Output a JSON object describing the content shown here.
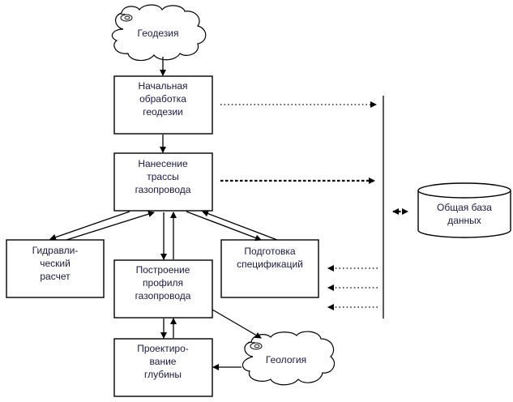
{
  "diagram": {
    "clouds": {
      "geodesy": "Геодезия",
      "geology": "Геология"
    },
    "nodes": {
      "initial_processing": [
        "Начальная",
        "обработка",
        "геодезии"
      ],
      "route_plotting": [
        "Нанесение",
        "трассы",
        "газопровода"
      ],
      "hydraulic_calc": [
        "Гидравли-",
        "ческий",
        "расчет"
      ],
      "profile_building": [
        "Построение",
        "профиля",
        "газопровода"
      ],
      "specification_prep": [
        "Подготовка",
        "спецификаций"
      ],
      "depth_design": [
        "Проектиро-",
        "вание",
        "глубины"
      ],
      "common_database": [
        "Общая база",
        "данных"
      ]
    }
  }
}
